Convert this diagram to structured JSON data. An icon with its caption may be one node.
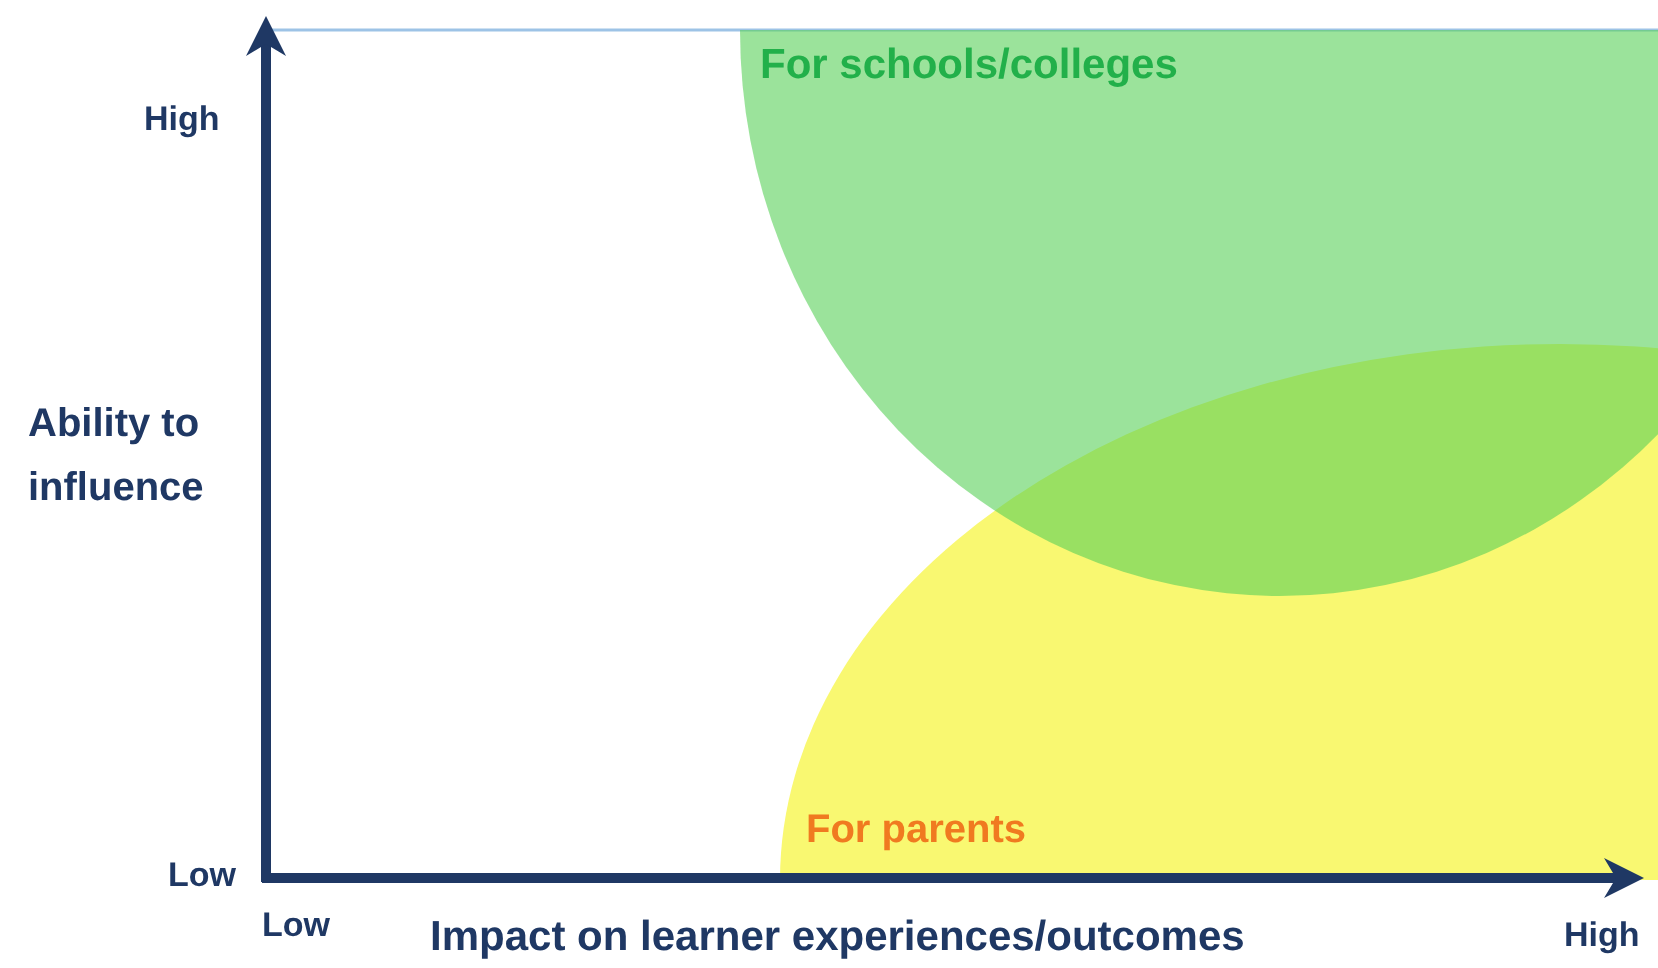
{
  "diagram": {
    "nodes": [
      {
        "text": [
          "For parents"
        ]
      },
      {
        "text": [
          "For schools/colleges"
        ]
      }
    ],
    "edges": [],
    "labels": [
      "High",
      "Ability to influence",
      "Low",
      "Low",
      "Impact on learner experiences/outcomes",
      "High"
    ]
  }
}
